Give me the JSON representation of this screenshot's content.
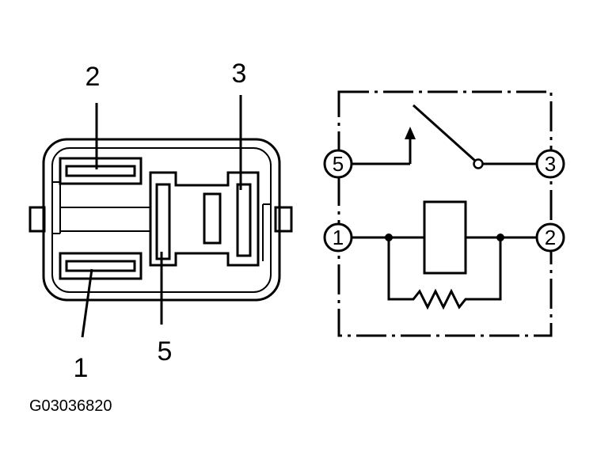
{
  "connector": {
    "terminal_labels": {
      "t1": "1",
      "t2": "2",
      "t3": "3",
      "t5": "5"
    }
  },
  "schematic": {
    "pins": {
      "p1": "1",
      "p2": "2",
      "p3": "3",
      "p5": "5"
    }
  },
  "figure_code": "G03036820"
}
